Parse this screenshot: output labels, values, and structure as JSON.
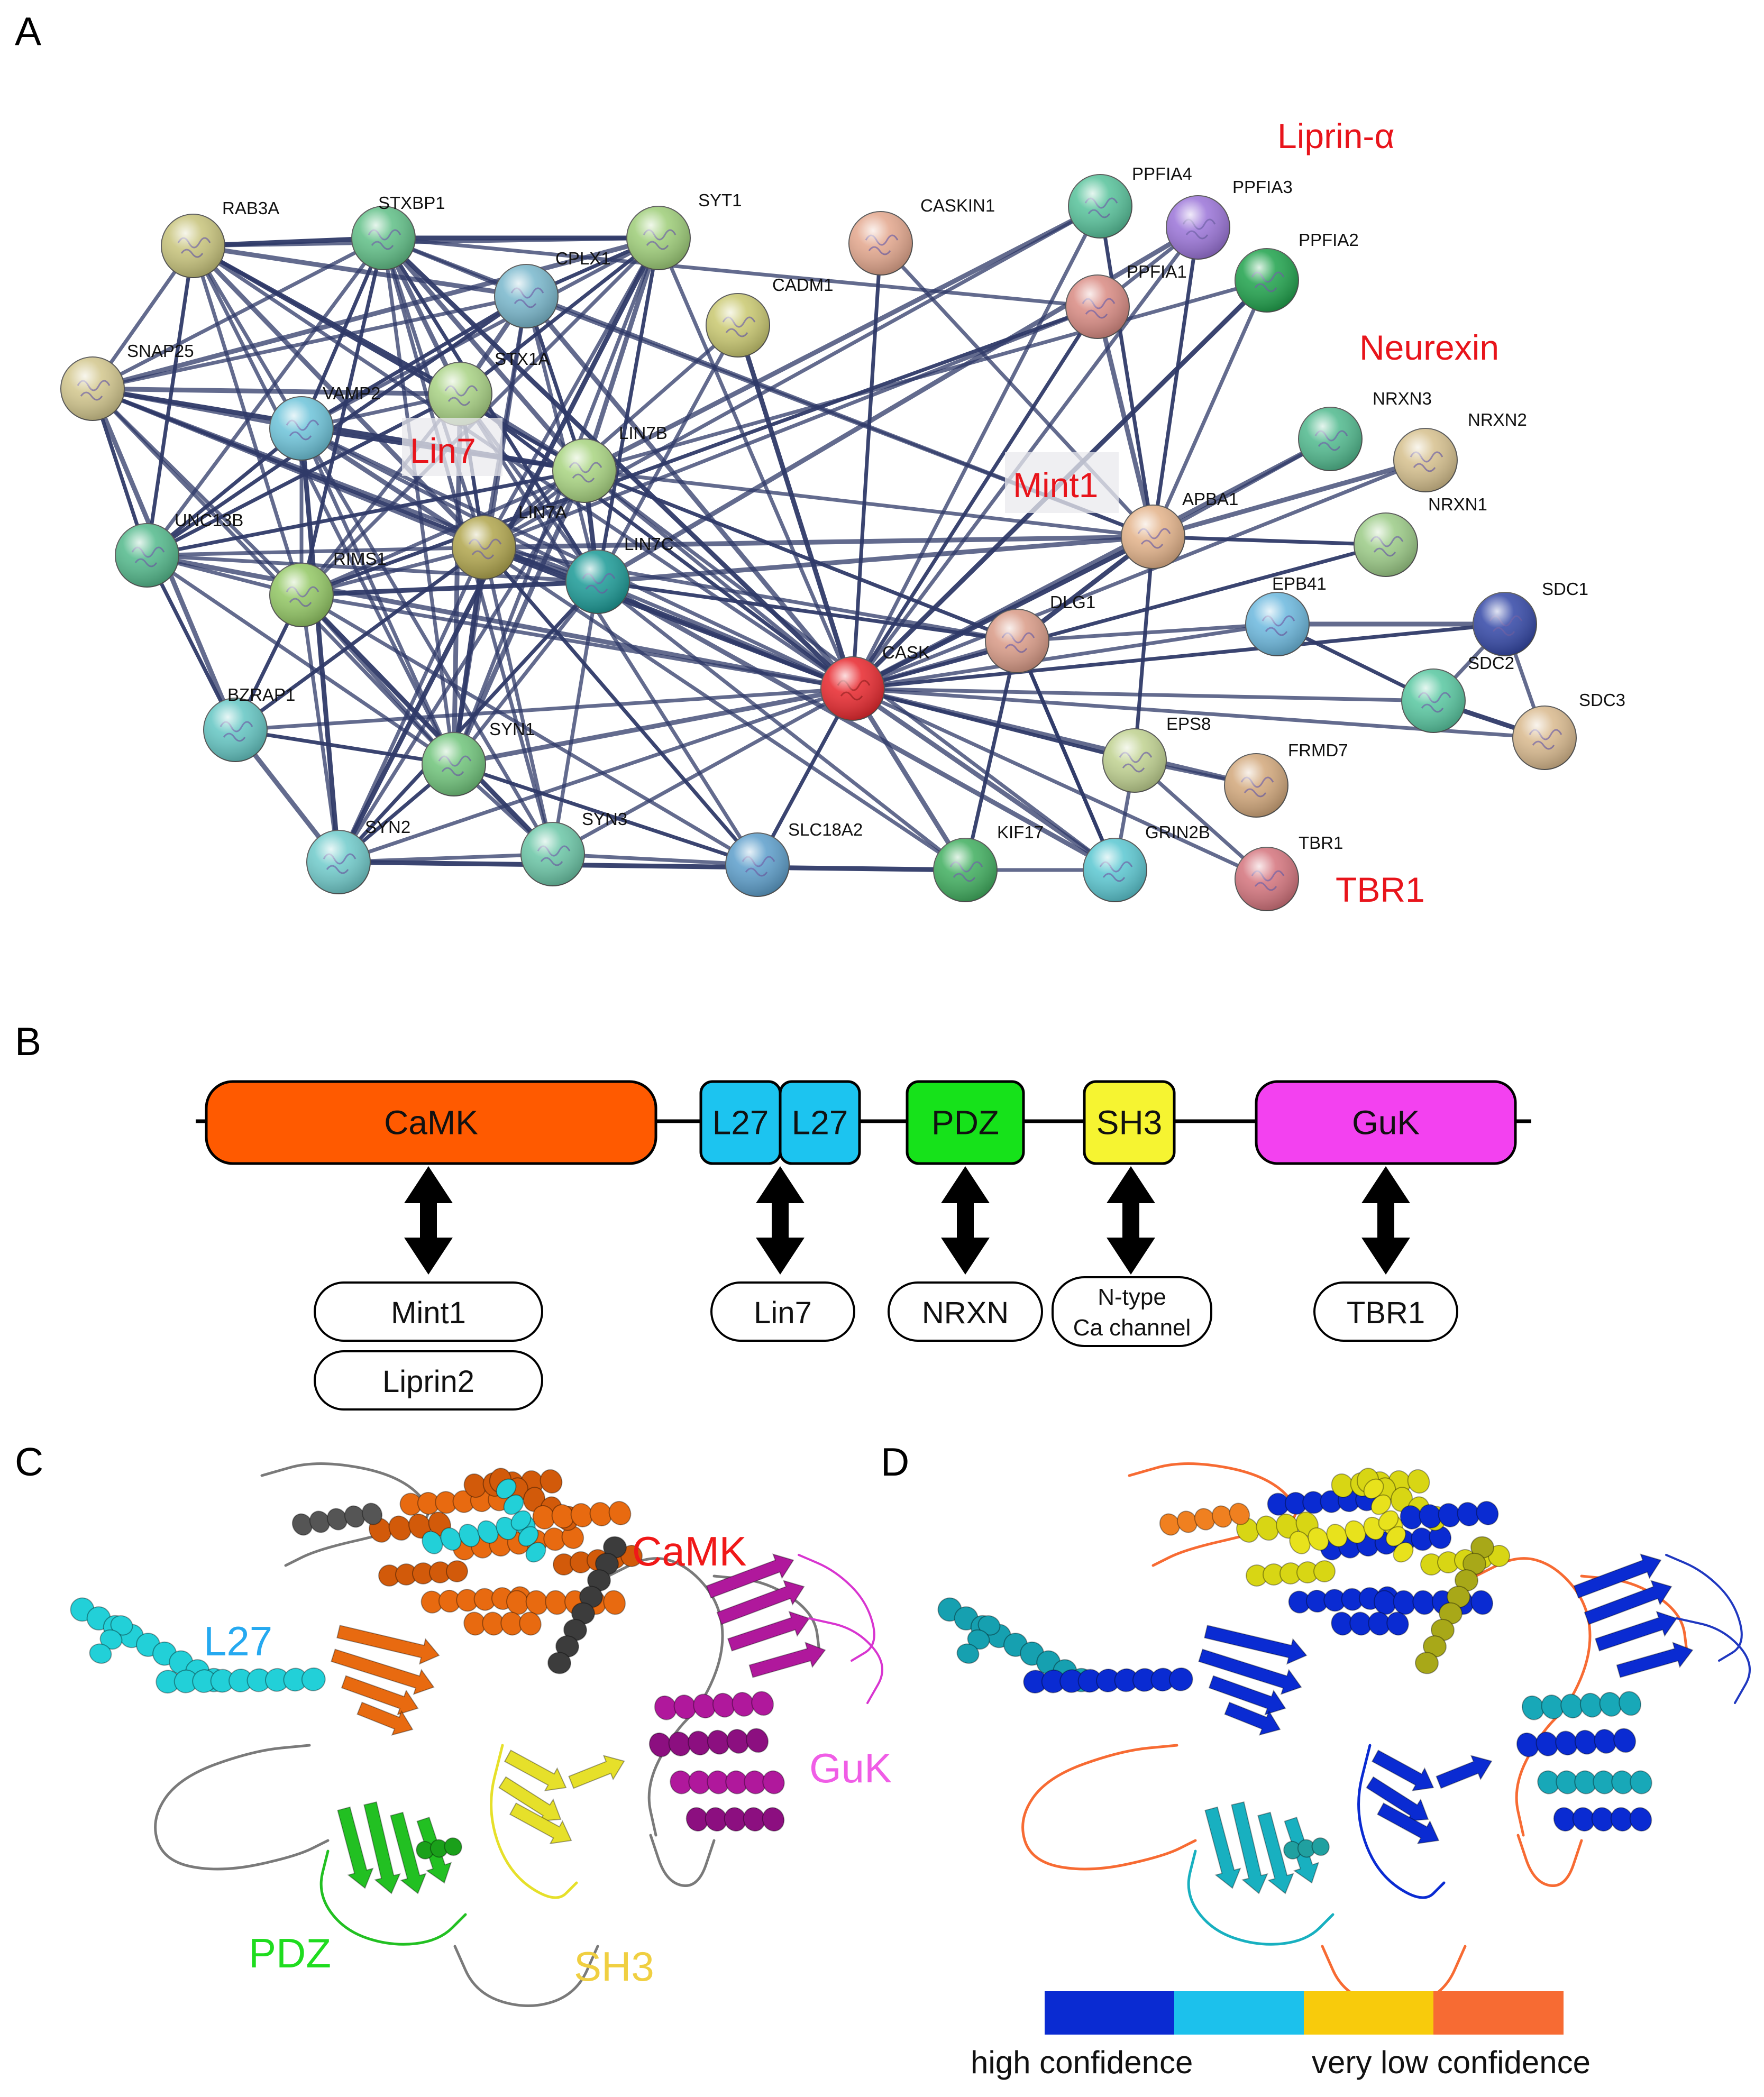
{
  "panels": {
    "a": "A",
    "b": "B",
    "c": "C",
    "d": "D"
  },
  "network": {
    "highlight_node": "CASK",
    "nodes": [
      {
        "id": "RAB3A",
        "color": "#c7c37a"
      },
      {
        "id": "STXBP1",
        "color": "#5fbf86"
      },
      {
        "id": "SYT1",
        "color": "#9dcd77"
      },
      {
        "id": "CPLX1",
        "color": "#78b7cc"
      },
      {
        "id": "CADM1",
        "color": "#c9c86f"
      },
      {
        "id": "CASKIN1",
        "color": "#e3a68c"
      },
      {
        "id": "PPFIA4",
        "color": "#56c29a"
      },
      {
        "id": "PPFIA3",
        "color": "#9a73d8"
      },
      {
        "id": "PPFIA2",
        "color": "#1ea24b"
      },
      {
        "id": "PPFIA1",
        "color": "#d98a82"
      },
      {
        "id": "SNAP25",
        "color": "#d2c68c"
      },
      {
        "id": "VAMP2",
        "color": "#6cc3d9"
      },
      {
        "id": "STX1A",
        "color": "#a8d283"
      },
      {
        "id": "LIN7B",
        "color": "#a8d480"
      },
      {
        "id": "LIN7A",
        "color": "#b0a54c"
      },
      {
        "id": "LIN7C",
        "color": "#1a9a96"
      },
      {
        "id": "UNC13B",
        "color": "#52b98b"
      },
      {
        "id": "RIMS1",
        "color": "#92c763"
      },
      {
        "id": "BZRAP1",
        "color": "#63c6c3"
      },
      {
        "id": "SYN1",
        "color": "#6fc47a"
      },
      {
        "id": "SYN2",
        "color": "#6fcbcb"
      },
      {
        "id": "SYN3",
        "color": "#6ac6a6"
      },
      {
        "id": "SLC18A2",
        "color": "#5c9ecb"
      },
      {
        "id": "KIF17",
        "color": "#3fae5e"
      },
      {
        "id": "GRIN2B",
        "color": "#5ac7d1"
      },
      {
        "id": "CASK",
        "color": "#e8262c"
      },
      {
        "id": "DLG1",
        "color": "#d99a86"
      },
      {
        "id": "APBA1",
        "color": "#e3b289"
      },
      {
        "id": "EPB41",
        "color": "#6bb8de"
      },
      {
        "id": "EPS8",
        "color": "#bfd18f"
      },
      {
        "id": "FRMD7",
        "color": "#d2a77a"
      },
      {
        "id": "TBR1",
        "color": "#d4737c"
      },
      {
        "id": "NRXN3",
        "color": "#4fb98d"
      },
      {
        "id": "NRXN2",
        "color": "#d6c08d"
      },
      {
        "id": "NRXN1",
        "color": "#9bcb86"
      },
      {
        "id": "SDC1",
        "color": "#3246a6"
      },
      {
        "id": "SDC2",
        "color": "#57c7a0"
      },
      {
        "id": "SDC3",
        "color": "#d9b98d"
      }
    ],
    "group_labels": [
      {
        "id": "liprin",
        "text": "Liprin-α"
      },
      {
        "id": "neurexin",
        "text": "Neurexin"
      },
      {
        "id": "lin7",
        "text": "Lin7"
      },
      {
        "id": "mint1",
        "text": "Mint1"
      },
      {
        "id": "tbr1",
        "text": "TBR1"
      }
    ]
  },
  "domains": {
    "items": [
      {
        "id": "camk",
        "label": "CaMK",
        "color": "#ff5a00"
      },
      {
        "id": "l27a",
        "label": "L27",
        "color": "#1cc4f0"
      },
      {
        "id": "l27b",
        "label": "L27",
        "color": "#1cc4f0"
      },
      {
        "id": "pdz",
        "label": "PDZ",
        "color": "#16e21a"
      },
      {
        "id": "sh3",
        "label": "SH3",
        "color": "#f6f431"
      },
      {
        "id": "guk",
        "label": "GuK",
        "color": "#f341f0"
      }
    ],
    "partners": {
      "mint1": "Mint1",
      "liprin2": "Liprin2",
      "lin7": "Lin7",
      "nrxn": "NRXN",
      "ntype_line1": "N-type",
      "ntype_line2": "Ca channel",
      "tbr1": "TBR1"
    }
  },
  "structure": {
    "labels": {
      "camk": {
        "text": "CaMK",
        "color": "#f01818"
      },
      "l27": {
        "text": "L27",
        "color": "#25a9f0"
      },
      "guk": {
        "text": "GuK",
        "color": "#f05de6"
      },
      "pdz": {
        "text": "PDZ",
        "color": "#1fdc1f"
      },
      "sh3": {
        "text": "SH3",
        "color": "#f0cf41"
      }
    },
    "domain_colors": {
      "camk": "#e86a10",
      "l27": "#22d0d8",
      "pdz": "#22c022",
      "sh3": "#e6e02a",
      "guk": "#b0189c",
      "linker": "#555555"
    }
  },
  "confidence": {
    "colors": [
      "#0a2bd2",
      "#1cc1ec",
      "#f8cb0c",
      "#f76b33"
    ],
    "label_high": "high confidence",
    "label_low": "very low confidence"
  }
}
